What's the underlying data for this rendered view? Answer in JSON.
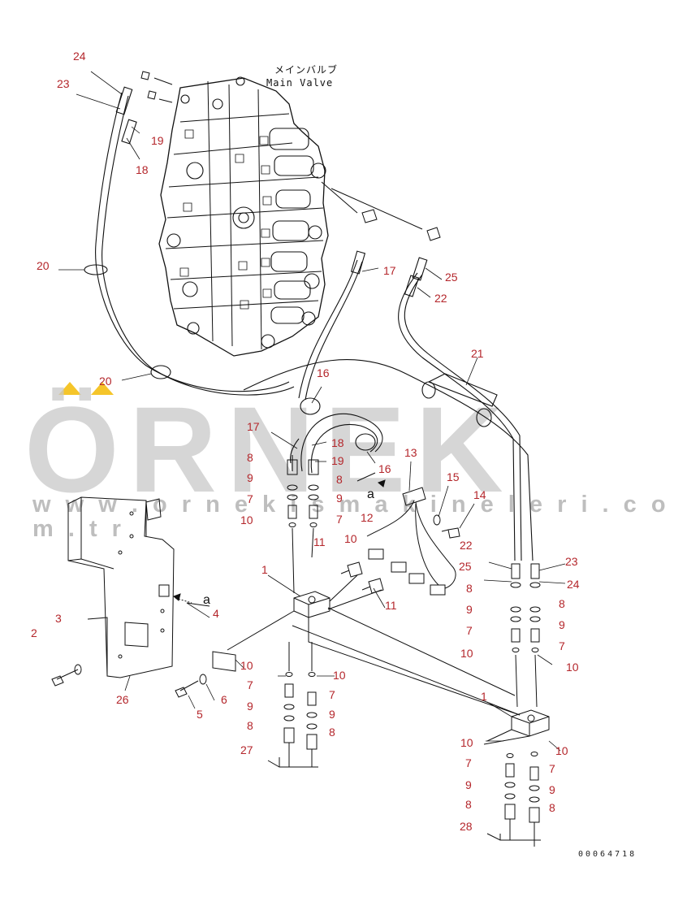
{
  "title_jp": "メインバルブ",
  "title_en": "Main Valve",
  "drawing_code": "00064718",
  "watermark": {
    "brand": "ÖRNEK",
    "url": "w w w . o r n e k i s m a k i n e l e r i . c o m . t r"
  },
  "view_marker": "a",
  "callouts": [
    {
      "id": "c24a",
      "text": "24"
    },
    {
      "id": "c23a",
      "text": "23"
    },
    {
      "id": "c19a",
      "text": "19"
    },
    {
      "id": "c18a",
      "text": "18"
    },
    {
      "id": "c20a",
      "text": "20"
    },
    {
      "id": "c17a",
      "text": "17"
    },
    {
      "id": "c25a",
      "text": "25"
    },
    {
      "id": "c22a",
      "text": "22"
    },
    {
      "id": "c21",
      "text": "21"
    },
    {
      "id": "c20b",
      "text": "20"
    },
    {
      "id": "c16a",
      "text": "16"
    },
    {
      "id": "c17b",
      "text": "17"
    },
    {
      "id": "c18b",
      "text": "18"
    },
    {
      "id": "c19b",
      "text": "19"
    },
    {
      "id": "c16b",
      "text": "16"
    },
    {
      "id": "c13",
      "text": "13"
    },
    {
      "id": "c15",
      "text": "15"
    },
    {
      "id": "c14",
      "text": "14"
    },
    {
      "id": "c8a",
      "text": "8"
    },
    {
      "id": "c9a",
      "text": "9"
    },
    {
      "id": "c7a",
      "text": "7"
    },
    {
      "id": "c10a",
      "text": "10"
    },
    {
      "id": "c8b",
      "text": "8"
    },
    {
      "id": "c9b",
      "text": "9"
    },
    {
      "id": "c7b",
      "text": "7"
    },
    {
      "id": "c12",
      "text": "12"
    },
    {
      "id": "c11a",
      "text": "11"
    },
    {
      "id": "c10b",
      "text": "10"
    },
    {
      "id": "c22b",
      "text": "22"
    },
    {
      "id": "c25b",
      "text": "25"
    },
    {
      "id": "c23b",
      "text": "23"
    },
    {
      "id": "c24b",
      "text": "24"
    },
    {
      "id": "c1a",
      "text": "1"
    },
    {
      "id": "c11b",
      "text": "11"
    },
    {
      "id": "c8c",
      "text": "8"
    },
    {
      "id": "c9c",
      "text": "9"
    },
    {
      "id": "c7c",
      "text": "7"
    },
    {
      "id": "c10c",
      "text": "10"
    },
    {
      "id": "c8d",
      "text": "8"
    },
    {
      "id": "c9d",
      "text": "9"
    },
    {
      "id": "c7d",
      "text": "7"
    },
    {
      "id": "c10d",
      "text": "10"
    },
    {
      "id": "c3",
      "text": "3"
    },
    {
      "id": "c4",
      "text": "4"
    },
    {
      "id": "c2",
      "text": "2"
    },
    {
      "id": "c26",
      "text": "26"
    },
    {
      "id": "c10e",
      "text": "10"
    },
    {
      "id": "c7e",
      "text": "7"
    },
    {
      "id": "c9e",
      "text": "9"
    },
    {
      "id": "c8e",
      "text": "8"
    },
    {
      "id": "c6",
      "text": "6"
    },
    {
      "id": "c5",
      "text": "5"
    },
    {
      "id": "c27",
      "text": "27"
    },
    {
      "id": "c10f",
      "text": "10"
    },
    {
      "id": "c7f",
      "text": "7"
    },
    {
      "id": "c9f",
      "text": "9"
    },
    {
      "id": "c8f",
      "text": "8"
    },
    {
      "id": "c1b",
      "text": "1"
    },
    {
      "id": "c10g",
      "text": "10"
    },
    {
      "id": "c10h",
      "text": "10"
    },
    {
      "id": "c7g",
      "text": "7"
    },
    {
      "id": "c7h",
      "text": "7"
    },
    {
      "id": "c9g",
      "text": "9"
    },
    {
      "id": "c9h",
      "text": "9"
    },
    {
      "id": "c8g",
      "text": "8"
    },
    {
      "id": "c8h",
      "text": "8"
    },
    {
      "id": "c28",
      "text": "28"
    }
  ]
}
